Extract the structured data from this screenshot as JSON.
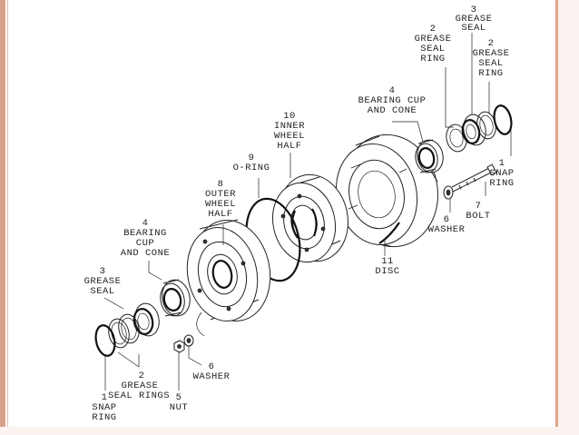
{
  "callouts": {
    "top_grease_seal": [
      "3",
      "GREASE",
      "SEAL"
    ],
    "top_grease_seal_ring_left": [
      "2",
      "GREASE",
      "SEAL",
      "RING"
    ],
    "top_grease_seal_ring_right": [
      "2",
      "GREASE",
      "SEAL",
      "RING"
    ],
    "top_bearing_cup_cone": [
      "4",
      "BEARING CUP",
      "AND CONE"
    ],
    "inner_wheel_half": [
      "10",
      "INNER",
      "WHEEL",
      "HALF"
    ],
    "o_ring": [
      "9",
      "O-RING"
    ],
    "outer_wheel_half": [
      "8",
      "OUTER",
      "WHEEL",
      "HALF"
    ],
    "right_snap_ring": [
      "1",
      "SNAP",
      "RING"
    ],
    "bolt": [
      "7",
      "BOLT"
    ],
    "right_washer": [
      "6",
      "WASHER"
    ],
    "disc": [
      "11",
      "DISC"
    ],
    "left_bearing_cup_cone": [
      "4",
      "BEARING",
      "CUP",
      "AND CONE"
    ],
    "left_grease_seal": [
      "3",
      "GREASE",
      "SEAL"
    ],
    "left_washer": [
      "6",
      "WASHER"
    ],
    "left_grease_seal_rings": [
      "2",
      "GREASE",
      "SEAL RINGS"
    ],
    "nut": [
      "5",
      "NUT"
    ],
    "left_snap_ring": [
      "1",
      "SNAP",
      "RING"
    ]
  }
}
